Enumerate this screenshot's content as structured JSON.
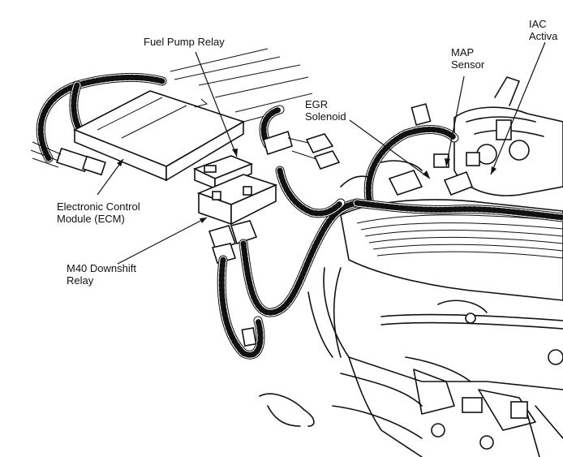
{
  "labels": {
    "fuel_pump_relay": "Fuel Pump Relay",
    "egr_solenoid": [
      "EGR",
      "Solenoid"
    ],
    "map_sensor": [
      "MAP",
      "Sensor"
    ],
    "iac_activator": [
      "IAC",
      "Activa"
    ],
    "ecm": [
      "Electronic Control",
      "Module (ECM)"
    ],
    "m40_relay": [
      "M40 Downshift",
      "Relay"
    ]
  }
}
